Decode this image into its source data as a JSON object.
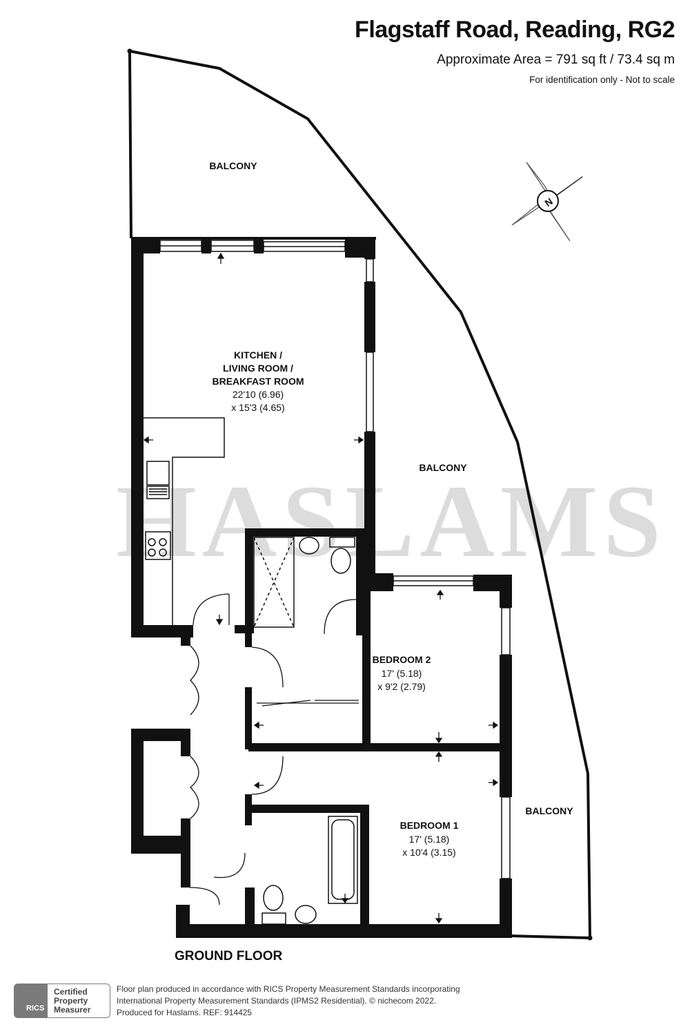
{
  "header": {
    "title": "Flagstaff Road, Reading, RG2",
    "area": "Approximate Area = 791 sq ft / 73.4 sq m",
    "note": "For identification only - Not to scale"
  },
  "watermark": "HASLAMS",
  "compass": {
    "letter": "N"
  },
  "rooms": {
    "balcony_top": "BALCONY",
    "balcony_mid": "BALCONY",
    "balcony_right": "BALCONY",
    "kitchen": {
      "name_lines": [
        "KITCHEN /",
        "LIVING ROOM /",
        "BREAKFAST ROOM"
      ],
      "dim1": "22'10 (6.96)",
      "dim2": "x 15'3 (4.65)"
    },
    "bedroom2": {
      "name": "BEDROOM 2",
      "dim1": "17' (5.18)",
      "dim2": "x 9'2 (2.79)"
    },
    "bedroom1": {
      "name": "BEDROOM 1",
      "dim1": "17' (5.18)",
      "dim2": "x 10'4 (3.15)"
    }
  },
  "floor_label": "GROUND FLOOR",
  "footer": {
    "line1": "Floor plan produced in accordance with RICS Property Measurement Standards incorporating",
    "line2": "International Property Measurement Standards (IPMS2 Residential).  © nichecom 2022.",
    "line3": "Produced for Haslams.   REF: 914425"
  },
  "rics": {
    "badge": "RICS",
    "line1": "Certified",
    "line2": "Property",
    "line3": "Measurer"
  },
  "colors": {
    "wall": "#111111",
    "watermark": "#dcdcdc",
    "badge": "#7a7a7a"
  }
}
